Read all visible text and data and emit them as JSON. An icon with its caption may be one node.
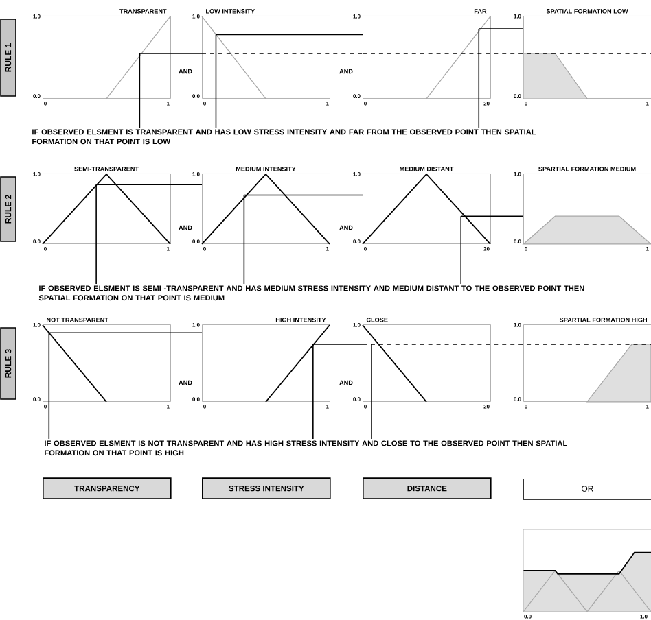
{
  "diagram": {
    "nodes": [
      {
        "text": [
          "RULE 1"
        ]
      },
      {
        "text": [
          "TRANSPARENT"
        ],
        "beside": [
          "1.0",
          "0.0",
          "0",
          "1"
        ]
      },
      {
        "text": [
          "LOW INTENSITY"
        ],
        "beside": [
          "1.0",
          "0.0",
          "0",
          "1"
        ]
      },
      {
        "text": [
          "FAR"
        ],
        "beside": [
          "1.0",
          "0.0",
          "0",
          "20"
        ]
      },
      {
        "text": [
          "SPATIAL FORMATION LOW"
        ],
        "beside": [
          "1.0",
          "0.0",
          "0",
          "1"
        ]
      },
      {
        "text": [
          "IF OBSERVED ELSMENT IS TRANSPARENT AND HAS LOW STRESS INTENSITY AND FAR FROM THE OBSERVED POINT THEN SPATIAL FORMATION ON THAT POINT IS LOW"
        ]
      },
      {
        "text": [
          "RULE 2"
        ]
      },
      {
        "text": [
          "SEMI-TRANSPARENT"
        ],
        "beside": [
          "1.0",
          "0.0",
          "0",
          "1"
        ]
      },
      {
        "text": [
          "MEDIUM INTENSITY"
        ],
        "beside": [
          "1.0",
          "0.0",
          "0",
          "1"
        ]
      },
      {
        "text": [
          "MEDIUM DISTANT"
        ],
        "beside": [
          "1.0",
          "0.0",
          "0",
          "20"
        ]
      },
      {
        "text": [
          "SPARTIAL FORMATION MEDIUM"
        ],
        "beside": [
          "1.0",
          "0.0",
          "0",
          "1"
        ]
      },
      {
        "text": [
          "IF OBSERVED ELSMENT IS SEMI -TRANSPARENT AND HAS MEDIUM STRESS INTENSITY AND MEDIUM DISTANT TO THE OBSERVED POINT THEN SPATIAL FORMATION ON THAT POINT IS MEDIUM"
        ]
      },
      {
        "text": [
          "RULE 3"
        ]
      },
      {
        "text": [
          "NOT TRANSPARENT"
        ],
        "beside": [
          "1.0",
          "0.0",
          "0",
          "1"
        ]
      },
      {
        "text": [
          "HIGH INTENSITY"
        ],
        "beside": [
          "1.0",
          "0.0",
          "0",
          "1"
        ]
      },
      {
        "text": [
          "CLOSE"
        ],
        "beside": [
          "1.0",
          "0.0",
          "0",
          "20"
        ]
      },
      {
        "text": [
          "SPARTIAL FORMATION HIGH"
        ],
        "beside": [
          "1.0",
          "0.0",
          "0",
          "1"
        ]
      },
      {
        "text": [
          "IF OBSERVED ELSMENT IS NOT TRANSPARENT AND HAS HIGH STRESS INTENSITY AND CLOSE TO THE OBSERVED POINT THEN SPATIAL FORMATION ON THAT POINT IS HIGH"
        ]
      },
      {
        "text": [
          "TRANSPARENCY"
        ]
      },
      {
        "text": [
          "STRESS INTENSITY"
        ]
      },
      {
        "text": [
          "DISTANCE"
        ]
      },
      {
        "text": [
          "OR"
        ]
      }
    ],
    "edges": [
      {
        "from": 1,
        "to": 2,
        "arrow": "none"
      },
      {
        "from": 2,
        "to": 3,
        "arrow": "none"
      },
      {
        "from": 3,
        "to": 4,
        "arrow": "none"
      },
      {
        "from": 2,
        "to": 3,
        "arrow": "none",
        "style": "dashed"
      },
      {
        "from": 3,
        "to": 4,
        "arrow": "none",
        "style": "dashed"
      },
      {
        "from": 1,
        "to": 5,
        "arrow": "none"
      },
      {
        "from": 2,
        "to": 5,
        "arrow": "none"
      },
      {
        "from": 3,
        "to": 5,
        "arrow": "none"
      },
      {
        "from": 7,
        "to": 8,
        "arrow": "none"
      },
      {
        "from": 8,
        "to": 9,
        "arrow": "none"
      },
      {
        "from": 9,
        "to": 10,
        "arrow": "none"
      },
      {
        "from": 7,
        "to": 11,
        "arrow": "none"
      },
      {
        "from": 8,
        "to": 11,
        "arrow": "none"
      },
      {
        "from": 9,
        "to": 11,
        "arrow": "none"
      },
      {
        "from": 13,
        "to": 14,
        "arrow": "none"
      },
      {
        "from": 14,
        "to": 15,
        "arrow": "none"
      },
      {
        "from": 15,
        "to": 16,
        "arrow": "none",
        "style": "dashed"
      },
      {
        "from": 13,
        "to": 17,
        "arrow": "none"
      },
      {
        "from": 14,
        "to": 17,
        "arrow": "none"
      },
      {
        "from": 15,
        "to": 17,
        "arrow": "none"
      }
    ],
    "labels": [
      "AND",
      "AND",
      "AND",
      "AND",
      "AND",
      "AND",
      "0.0",
      "1.0"
    ]
  }
}
